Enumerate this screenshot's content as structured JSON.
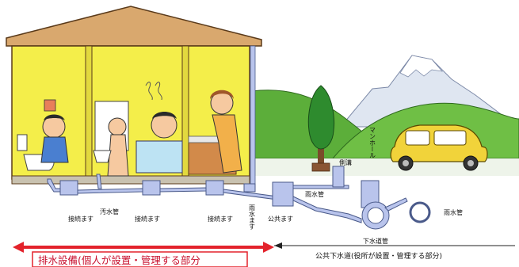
{
  "labels": {
    "connection_basin_1": "接続ます",
    "sewage_pipe": "汚水管",
    "connection_basin_2": "接続ます",
    "connection_basin_3": "接続ます",
    "rainwater_basin": "雨水ます",
    "public_basin": "公共ます",
    "rainwater_pipe_1": "雨水管",
    "side_ditch": "側溝",
    "manhole": "マンホール",
    "sewer_pipe": "下水道管",
    "rainwater_pipe_2": "雨水管"
  },
  "captions": {
    "private_section": "排水設備(個人が設置・管理する部分",
    "public_section": "公共下水道(役所が設置・管理する部分)"
  },
  "colors": {
    "wall": "#f4ee4a",
    "roof": "#d9a86e",
    "pipe": "#b9c4ec",
    "arrow_red": "#e3222b",
    "hill": "#5cae3a",
    "car": "#f1d33a"
  }
}
